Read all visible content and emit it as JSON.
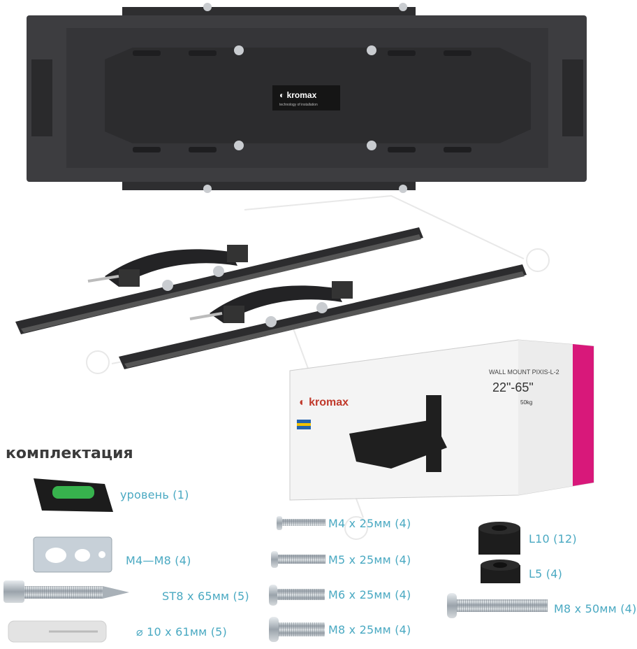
{
  "brand": {
    "logo": "kromax",
    "tagline": "technology of installation"
  },
  "box": {
    "logo": "kromax",
    "product": "WALL MOUNT PIXIS-L-2",
    "size_range": "22\"-65\"",
    "load": "50kg"
  },
  "section_title": "комплектация",
  "items": [
    {
      "label": "уровень (1)"
    },
    {
      "label": "M4—M8 (4)"
    },
    {
      "label": "ST8 x 65мм (5)"
    },
    {
      "label": "⌀ 10 x 61мм (5)"
    },
    {
      "label": "M4 x 25мм (4)"
    },
    {
      "label": "M5 x 25мм (4)"
    },
    {
      "label": "M6 x 25мм (4)"
    },
    {
      "label": "M8 x 25мм (4)"
    },
    {
      "label": "L10 (12)"
    },
    {
      "label": "L5 (4)"
    },
    {
      "label": "M8 x 50мм (4)"
    }
  ],
  "colors": {
    "label": "#4aa9c2",
    "metal": "#3a3a3c",
    "title": "#3b3b3b"
  }
}
